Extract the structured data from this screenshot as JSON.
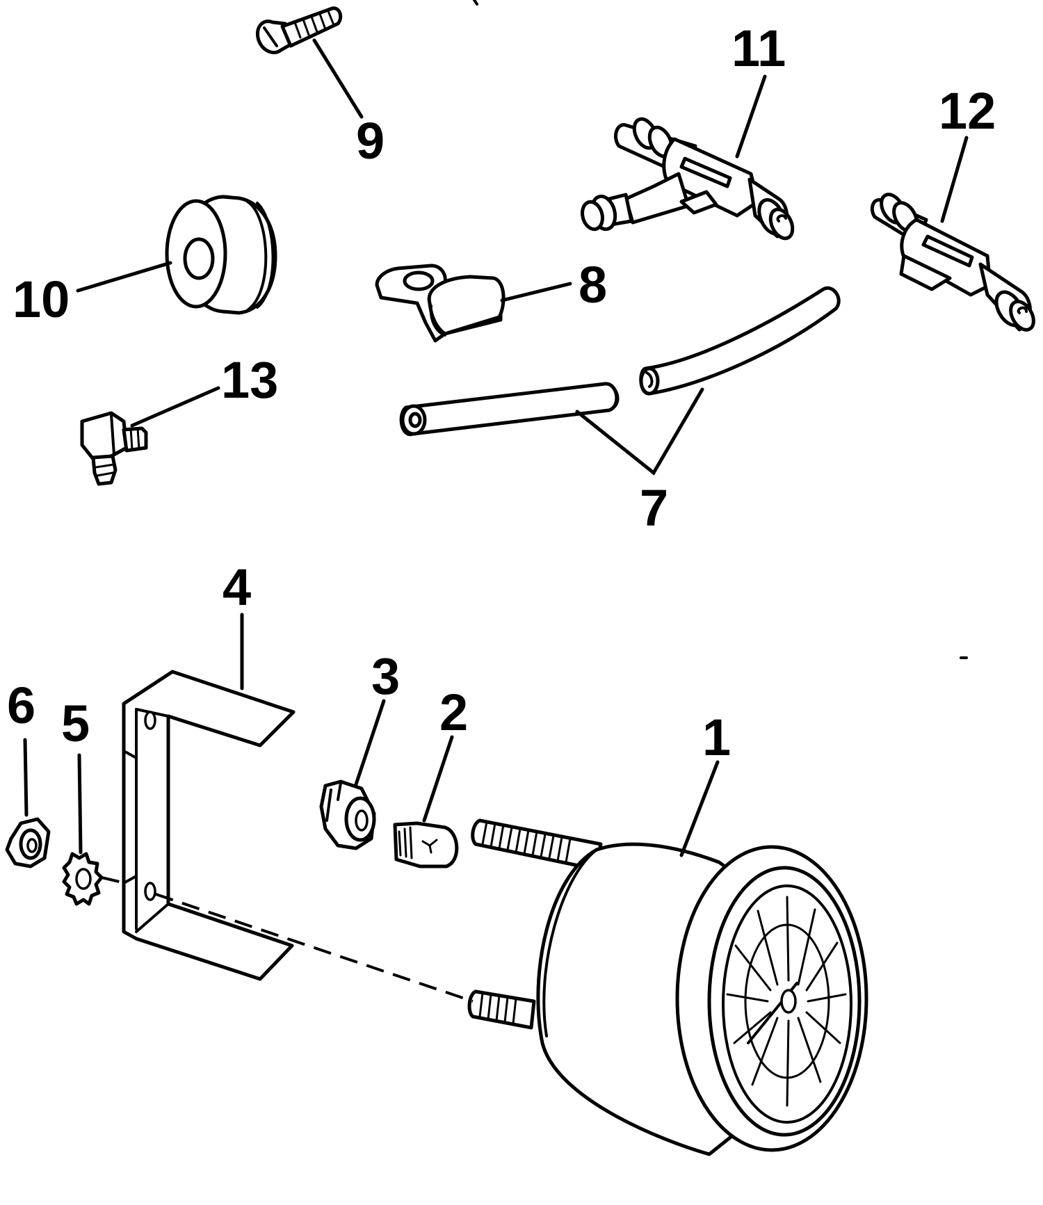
{
  "callouts": [
    {
      "id": "c1",
      "text": "1"
    },
    {
      "id": "c2",
      "text": "2"
    },
    {
      "id": "c3",
      "text": "3"
    },
    {
      "id": "c4",
      "text": "4"
    },
    {
      "id": "c5",
      "text": "5"
    },
    {
      "id": "c6",
      "text": "6"
    },
    {
      "id": "c7",
      "text": "7"
    },
    {
      "id": "c8",
      "text": "8"
    },
    {
      "id": "c9",
      "text": "9"
    },
    {
      "id": "c10",
      "text": "10"
    },
    {
      "id": "c11",
      "text": "11"
    },
    {
      "id": "c12",
      "text": "12"
    },
    {
      "id": "c13",
      "text": "13"
    }
  ],
  "colors": {
    "ink": "#000000",
    "paper": "#ffffff"
  }
}
